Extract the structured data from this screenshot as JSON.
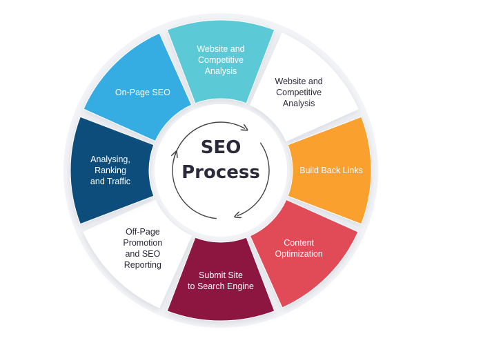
{
  "center": {
    "title_line1": "SEO",
    "title_line2": "Process"
  },
  "segments": [
    {
      "id": "top",
      "lines": [
        "Website and",
        "Competitive",
        "Analysis"
      ],
      "color": "#5ccad6",
      "text_color": "#ffffff"
    },
    {
      "id": "top-right",
      "lines": [
        "Website and",
        "Competitive",
        "Analysis"
      ],
      "color": "#ffffff",
      "text_color": "#2a2a3a"
    },
    {
      "id": "right",
      "lines": [
        "Build Back Links"
      ],
      "color": "#f9a02f",
      "text_color": "#ffffff"
    },
    {
      "id": "bottom-right",
      "lines": [
        "Content",
        "Optimization"
      ],
      "color": "#e14b58",
      "text_color": "#ffffff"
    },
    {
      "id": "bottom",
      "lines": [
        "Submit Site",
        "to Search Engine"
      ],
      "color": "#8c1640",
      "text_color": "#ffffff"
    },
    {
      "id": "bottom-left",
      "lines": [
        "Off-Page",
        "Promotion",
        "and SEO",
        "Reporting"
      ],
      "color": "#ffffff",
      "text_color": "#2a2a3a"
    },
    {
      "id": "left",
      "lines": [
        "Analysing,",
        "Ranking",
        "and Traffic"
      ],
      "color": "#0e4e7c",
      "text_color": "#ffffff"
    },
    {
      "id": "top-left",
      "lines": [
        "On-Page SEO"
      ],
      "color": "#36ace2",
      "text_color": "#ffffff"
    }
  ],
  "colors": {
    "title": "#2a2a3a",
    "arrows": "#444444",
    "ring_shadow": "#e9ebef"
  }
}
